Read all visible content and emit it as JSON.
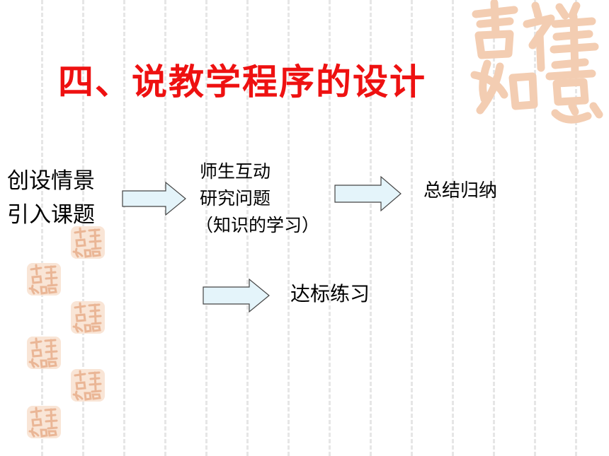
{
  "title": "四、说教学程序的设计",
  "nodes": [
    {
      "id": "intro",
      "lines": [
        "创设情景",
        "引入课题"
      ]
    },
    {
      "id": "interaction",
      "lines": [
        "师生互动",
        "研究问题",
        "（知识的学习）"
      ]
    },
    {
      "id": "summary",
      "lines": [
        "总结归纳"
      ]
    },
    {
      "id": "practice",
      "lines": [
        "达标练习"
      ]
    }
  ],
  "arrows": [
    {
      "from": "intro",
      "to": "interaction"
    },
    {
      "from": "interaction",
      "to": "summary"
    },
    {
      "from": "interaction",
      "to": "practice"
    }
  ],
  "decorations": {
    "seal_logo": "吉祥如意",
    "seal_icon": "seal-logo-icon"
  },
  "colors": {
    "title": "#ee1111",
    "arrow_fill": "#e4f4fa",
    "arrow_stroke": "#444444",
    "seal": "#f2c8a8",
    "dash": "#e6e6e6"
  }
}
